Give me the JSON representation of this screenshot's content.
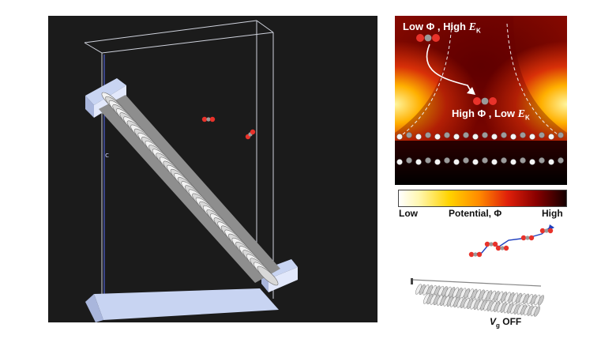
{
  "simulation": {
    "axis_label": "c"
  },
  "heatmap": {
    "top_label": {
      "prefix": "Low ",
      "phi": "Φ",
      "middle": " , High ",
      "ek": "E",
      "ek_sub": "K"
    },
    "bottom_label": {
      "prefix": "High ",
      "phi": "Φ",
      "middle": " , Low ",
      "ek": "E",
      "ek_sub": "K"
    }
  },
  "colorbar": {
    "low": "Low",
    "title": "Potential, Φ",
    "high": "High",
    "colors": [
      "#ffffff",
      "#fff7b0",
      "#ffd300",
      "#ff8a00",
      "#e0200a",
      "#8a0000",
      "#150000"
    ]
  },
  "inset": {
    "label_v": "V",
    "label_sub": "g",
    "label_state": " OFF"
  },
  "colors": {
    "oxygen": "#e8322a",
    "carbon": "#9a9a9a",
    "box_edge": "#d8d8e0",
    "electrode": "#c8d4f2",
    "trajectory": "#1f3fbf"
  }
}
